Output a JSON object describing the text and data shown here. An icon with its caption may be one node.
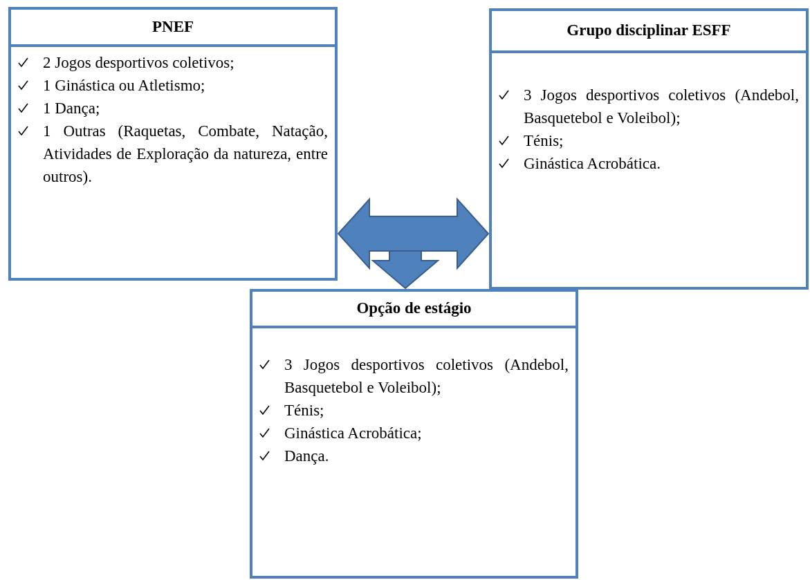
{
  "diagram": {
    "nodes": [
      {
        "text": [
          "PNEF",
          "2 Jogos desportivos coletivos;",
          "1 Ginástica ou Atletismo;",
          "1 Dança;",
          "1 Outras (Raquetas, Combate, Natação, Atividades de Exploração da natureza, entre outros)."
        ]
      },
      {
        "text": [
          "Grupo disciplinar ESFF",
          "3 Jogos desportivos coletivos (Andebol, Basquetebol e Voleibol);",
          "Ténis;",
          "Ginástica Acrobática."
        ]
      },
      {
        "text": [
          "Opção de estágio",
          "3 Jogos desportivos coletivos (Andebol, Basquetebol e Voleibol);",
          "Ténis;",
          "Ginástica Acrobática;",
          "Dança."
        ]
      }
    ],
    "edges": [
      {
        "from": 0,
        "to": 1,
        "arrow": "both"
      },
      {
        "from": null,
        "to": 2,
        "arrow": "to"
      }
    ]
  }
}
